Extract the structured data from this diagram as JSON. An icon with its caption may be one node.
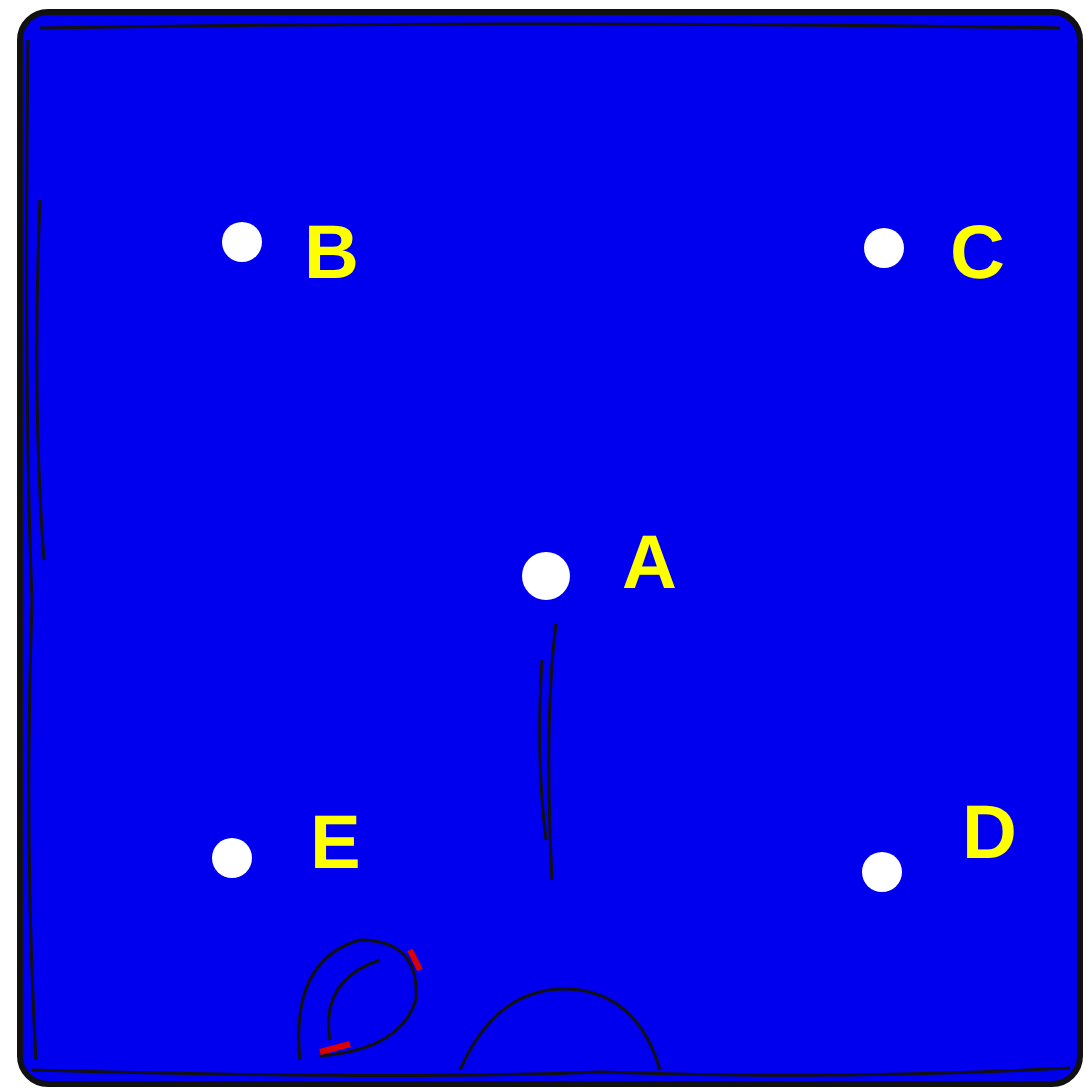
{
  "diagram": {
    "labels": [
      "B",
      "C",
      "A",
      "E",
      "D"
    ]
  }
}
